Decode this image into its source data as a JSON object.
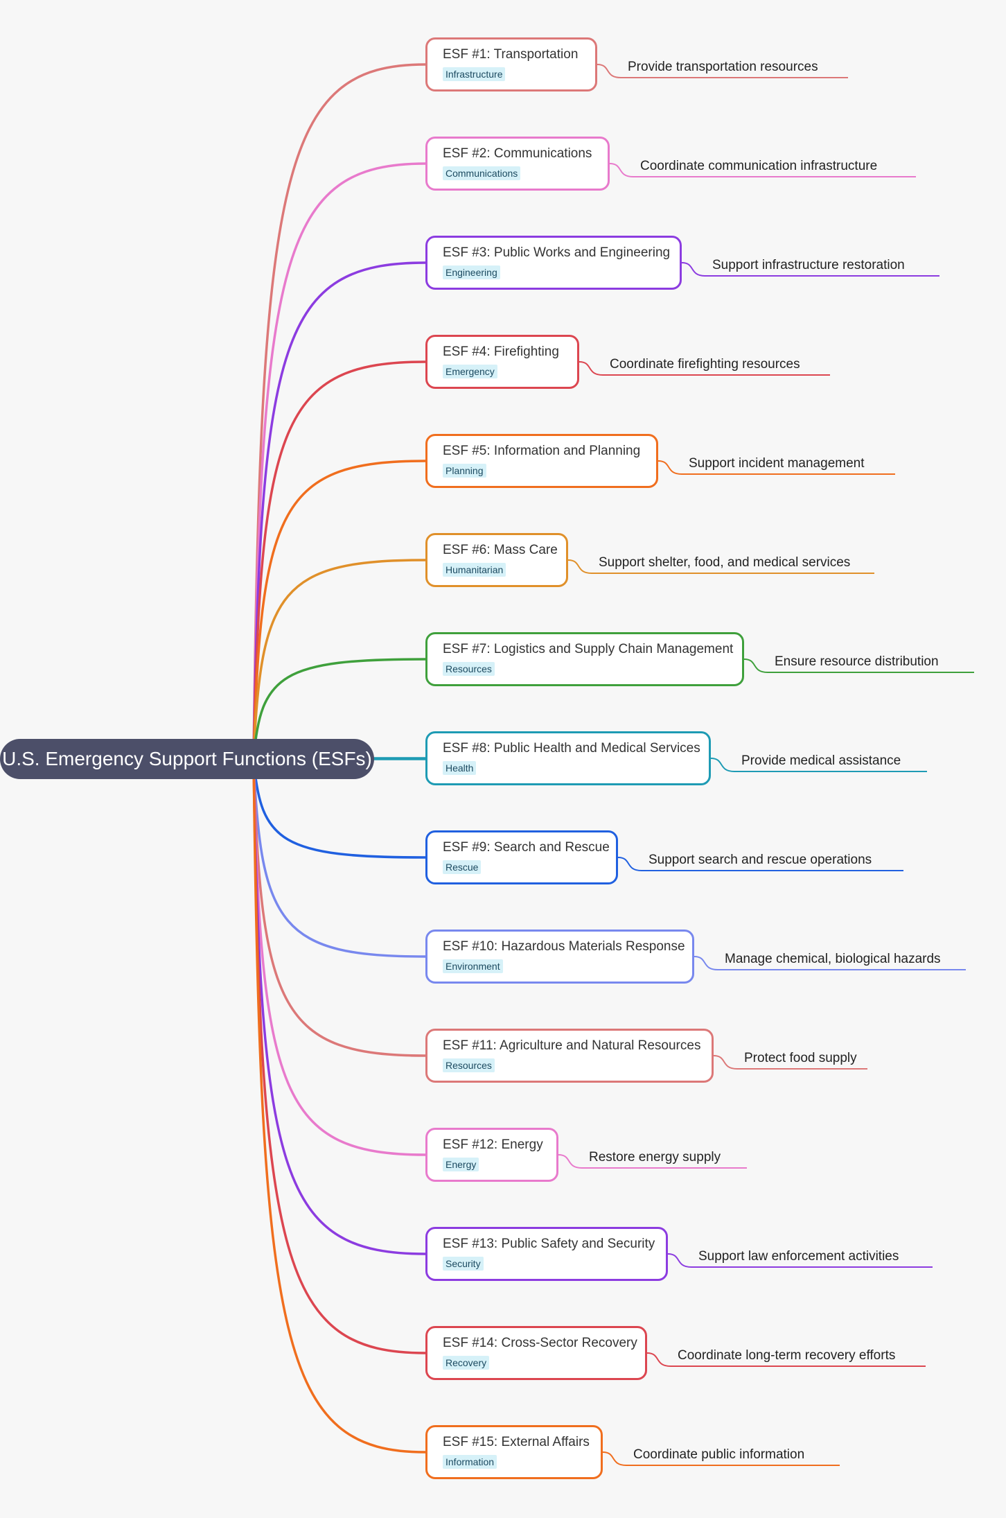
{
  "root": {
    "label": "U.S. Emergency Support Functions (ESFs)",
    "color": "#4c4f69"
  },
  "branches": [
    {
      "title": "ESF #1: Transportation",
      "tag": "Infrastructure",
      "detail": "Provide transportation resources",
      "color": "#dc7878"
    },
    {
      "title": "ESF #2: Communications",
      "tag": "Communications",
      "detail": "Coordinate communication infrastructure",
      "color": "#e87acc"
    },
    {
      "title": "ESF #3: Public Works and Engineering",
      "tag": "Engineering",
      "detail": "Support infrastructure restoration",
      "color": "#8c3ce0"
    },
    {
      "title": "ESF #4: Firefighting",
      "tag": "Emergency",
      "detail": "Coordinate firefighting resources",
      "color": "#dc4650"
    },
    {
      "title": "ESF #5: Information and Planning",
      "tag": "Planning",
      "detail": "Support incident management",
      "color": "#f06e1e"
    },
    {
      "title": "ESF #6: Mass Care",
      "tag": "Humanitarian",
      "detail": "Support shelter, food, and medical services",
      "color": "#e0902a"
    },
    {
      "title": "ESF #7: Logistics and Supply Chain Management",
      "tag": "Resources",
      "detail": "Ensure resource distribution",
      "color": "#3fa03c"
    },
    {
      "title": "ESF #8: Public Health and Medical Services",
      "tag": "Health",
      "detail": "Provide medical assistance",
      "color": "#1e9bb4"
    },
    {
      "title": "ESF #9: Search and Rescue",
      "tag": "Rescue",
      "detail": "Support search and rescue operations",
      "color": "#2060e0"
    },
    {
      "title": "ESF #10: Hazardous Materials Response",
      "tag": "Environment",
      "detail": "Manage chemical, biological hazards",
      "color": "#7888ee"
    },
    {
      "title": "ESF #11: Agriculture and Natural Resources",
      "tag": "Resources",
      "detail": "Protect food supply",
      "color": "#dc7878"
    },
    {
      "title": "ESF #12: Energy",
      "tag": "Energy",
      "detail": "Restore energy supply",
      "color": "#e87acc"
    },
    {
      "title": "ESF #13: Public Safety and Security",
      "tag": "Security",
      "detail": "Support law enforcement activities",
      "color": "#8c3ce0"
    },
    {
      "title": "ESF #14: Cross-Sector Recovery",
      "tag": "Recovery",
      "detail": "Coordinate long-term recovery efforts",
      "color": "#dc4650"
    },
    {
      "title": "ESF #15: External Affairs",
      "tag": "Information",
      "detail": "Coordinate public information",
      "color": "#f06e1e"
    }
  ]
}
